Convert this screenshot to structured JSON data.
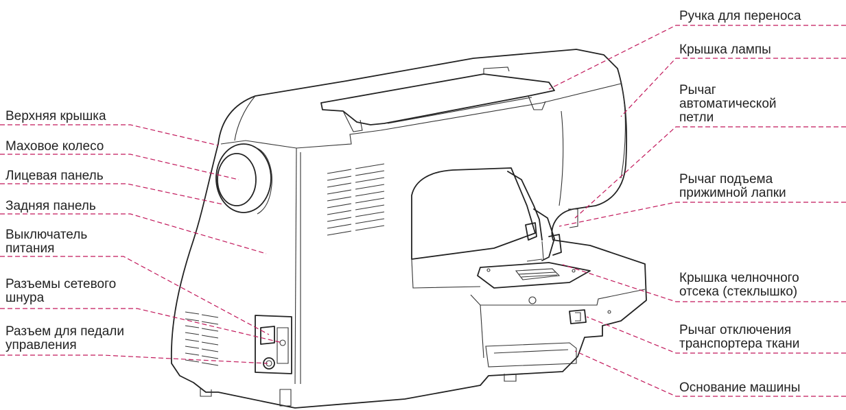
{
  "labels_left": [
    {
      "id": "top-cover",
      "lines": [
        "Верхняя крышка"
      ]
    },
    {
      "id": "handwheel",
      "lines": [
        "Маховое колесо"
      ]
    },
    {
      "id": "face-panel",
      "lines": [
        "Лицевая панель"
      ]
    },
    {
      "id": "back-panel",
      "lines": [
        "Задняя панель"
      ]
    },
    {
      "id": "power-switch",
      "lines": [
        "Выключатель",
        "питания"
      ]
    },
    {
      "id": "power-socket",
      "lines": [
        "Разъемы сетевого",
        "шнура"
      ]
    },
    {
      "id": "pedal-socket",
      "lines": [
        "Разъем для педали",
        "управления"
      ]
    }
  ],
  "labels_right": [
    {
      "id": "carry-handle",
      "lines": [
        "Ручка для переноса"
      ]
    },
    {
      "id": "lamp-cover",
      "lines": [
        "Крышка лампы"
      ]
    },
    {
      "id": "buttonhole-lever",
      "lines": [
        "Рычаг",
        "автоматической",
        "петли"
      ]
    },
    {
      "id": "presser-lever",
      "lines": [
        "Рычаг подъема",
        "прижимной лапки"
      ]
    },
    {
      "id": "bobbin-cover",
      "lines": [
        "Крышка челночного",
        "отсека (стеклышко)"
      ]
    },
    {
      "id": "feed-dog-lever",
      "lines": [
        "Рычаг отключения",
        "транспортера ткани"
      ]
    },
    {
      "id": "machine-base",
      "lines": [
        "Основание машины"
      ]
    }
  ],
  "colors": {
    "leader": "#c2185b",
    "outline": "#222222"
  }
}
